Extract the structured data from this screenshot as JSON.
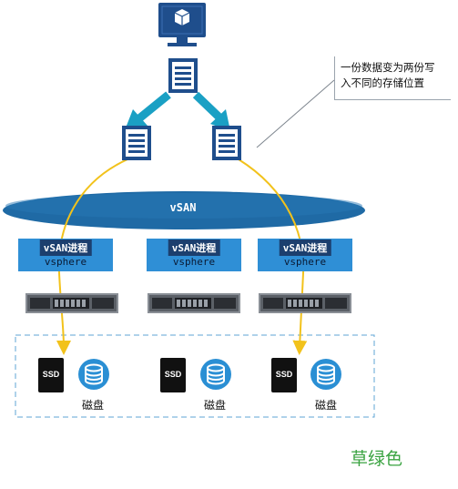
{
  "annotation": {
    "line1": "一份数据变为两份写",
    "line2": "入不同的存储位置"
  },
  "cluster": {
    "label": "vSAN"
  },
  "hosts": [
    {
      "title": "vSAN进程",
      "sub": "vsphere"
    },
    {
      "title": "vSAN进程",
      "sub": "vsphere"
    },
    {
      "title": "vSAN进程",
      "sub": "vsphere"
    }
  ],
  "disk_groups": [
    {
      "ssd_label": "SSD",
      "disk_label": "磁盘"
    },
    {
      "ssd_label": "SSD",
      "disk_label": "磁盘"
    },
    {
      "ssd_label": "SSD",
      "disk_label": "磁盘"
    }
  ],
  "note": "草绿色",
  "colors": {
    "monitor": "#1f4e8c",
    "arrow_teal": "#1aa0c4",
    "cluster_blue": "#1f6aa5",
    "host_blue": "#2f8fd6",
    "host_title_bg": "#1c3f6e",
    "write_path": "#f2c21b",
    "disk_blue": "#2a8fd4",
    "dashed_border": "#5fa6d6",
    "note_green": "#3aa341"
  },
  "icons": [
    "computer-monitor-icon",
    "document-icon",
    "server-rack-icon",
    "ssd-icon",
    "disk-icon"
  ]
}
